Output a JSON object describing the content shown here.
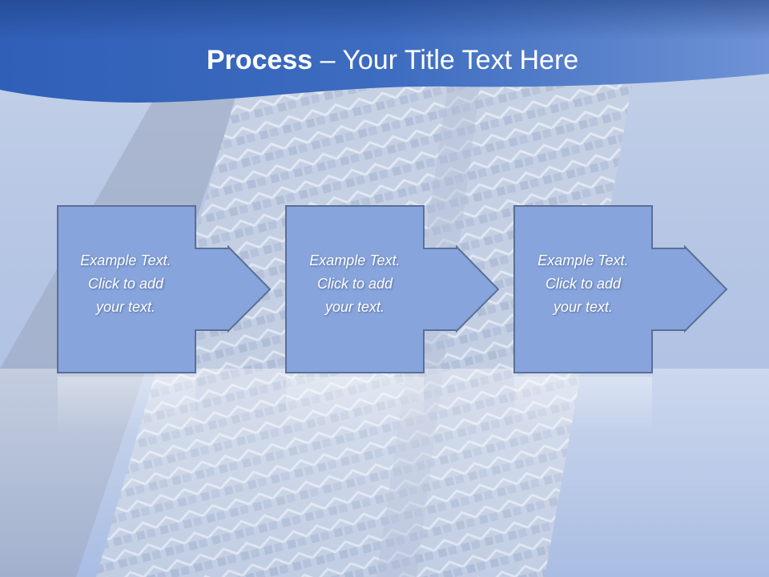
{
  "slide": {
    "title_bold": "Process",
    "title_rest": " – Your Title Text Here"
  },
  "steps": [
    {
      "lines": [
        "Example Text.",
        "Click  to add",
        "your text."
      ]
    },
    {
      "lines": [
        "Example Text.",
        "Click  to add",
        "your text."
      ]
    },
    {
      "lines": [
        "Example Text.",
        "Click  to add",
        "your text."
      ]
    }
  ],
  "colors": {
    "title_band": "#3d6cc0",
    "step_fill": "#87a4dc",
    "step_border": "#5a6f96",
    "text": "#ffffff"
  }
}
